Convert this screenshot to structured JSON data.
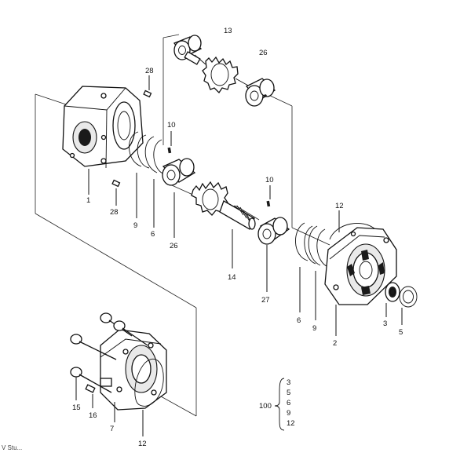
{
  "diagram": {
    "labels": {
      "p13": "13",
      "p26_top": "26",
      "p28_top": "28",
      "p10_upper": "10",
      "p1": "1",
      "p28_bottom": "28",
      "p9_left": "9",
      "p6_left": "6",
      "p26_mid": "26",
      "p10_lower": "10",
      "p14": "14",
      "p27": "27",
      "p12_upper": "12",
      "p6_right": "6",
      "p9_right": "9",
      "p2": "2",
      "p3": "3",
      "p5": "5",
      "p15": "15",
      "p16": "16",
      "p7": "7",
      "p12_lower": "12"
    },
    "kit": {
      "number": "100",
      "items": [
        "3",
        "5",
        "6",
        "9",
        "12"
      ]
    },
    "corner_text": "V Stu..."
  }
}
